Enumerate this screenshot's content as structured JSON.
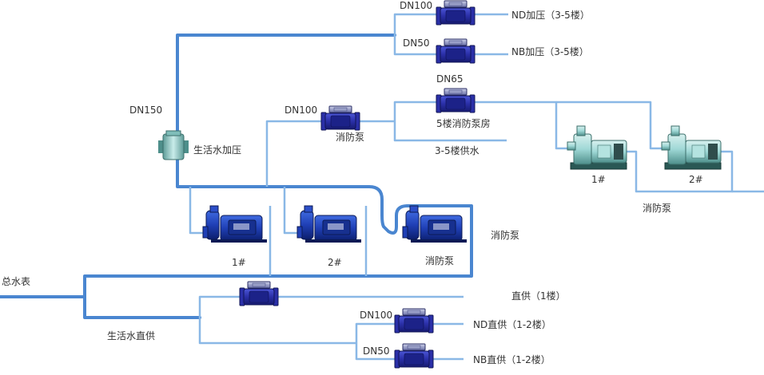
{
  "colors": {
    "pipe_main": "#4a86d0",
    "pipe_branch": "#8ab8e6",
    "meter_body": "#2a2fa8",
    "meter_dark": "#161a70",
    "pump_blue": "#1f3fb5",
    "pump_teal": "#9fd8d6",
    "text": "#333333"
  },
  "labels": {
    "main_meter": "总水表",
    "domestic_direct": "生活水直供",
    "domestic_boost": "生活水加压",
    "dn150": "DN150",
    "dn100_top": "DN100",
    "dn50_top": "DN50",
    "nd_boost": "ND加压（3-5楼）",
    "nb_boost": "NB加压（3-5楼）",
    "dn65": "DN65",
    "dn100_fire": "DN100",
    "fire_pump_meter": "消防泵",
    "fire_room": "5楼消防泵房",
    "supply_3_5": "3-5楼供水",
    "pump1": "1#",
    "pump2": "2#",
    "pump3": "消防泵",
    "fire_pump_group": "消防泵",
    "right_pump1": "1#",
    "right_pump2": "2#",
    "right_fire_pump": "消防泵",
    "direct_1f": "直供（1楼）",
    "dn100_bottom": "DN100",
    "dn50_bottom": "DN50",
    "nd_direct": "ND直供（1-2楼）",
    "nb_direct": "NB直供（1-2楼）"
  }
}
